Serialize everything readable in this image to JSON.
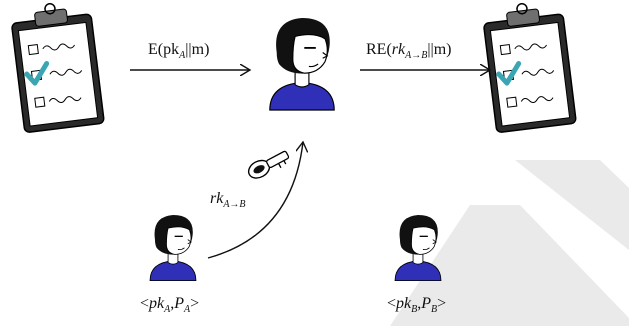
{
  "diagram": {
    "arrow_encrypt": {
      "fn": "E(pk",
      "sub": "A",
      "rest": "||m)"
    },
    "arrow_reencrypt": {
      "fn": "RE(",
      "key": "rk",
      "sub": "A→B",
      "rest": "||m)"
    },
    "rekey_label": {
      "key": "rk",
      "sub": "A→B"
    },
    "user_a": {
      "open": "<",
      "pk": "pk",
      "pk_sub": "A",
      "sep": ",",
      "p": "P",
      "p_sub": "A",
      "close": ">"
    },
    "user_b": {
      "open": "<",
      "pk": "pk",
      "pk_sub": "B",
      "sep": ",",
      "p": "P",
      "p_sub": "B",
      "close": ">"
    },
    "colors": {
      "shirt": "#2f2fb8",
      "hair": "#111111",
      "check": "#3aa6b4",
      "band": "#d9d9d9"
    }
  }
}
